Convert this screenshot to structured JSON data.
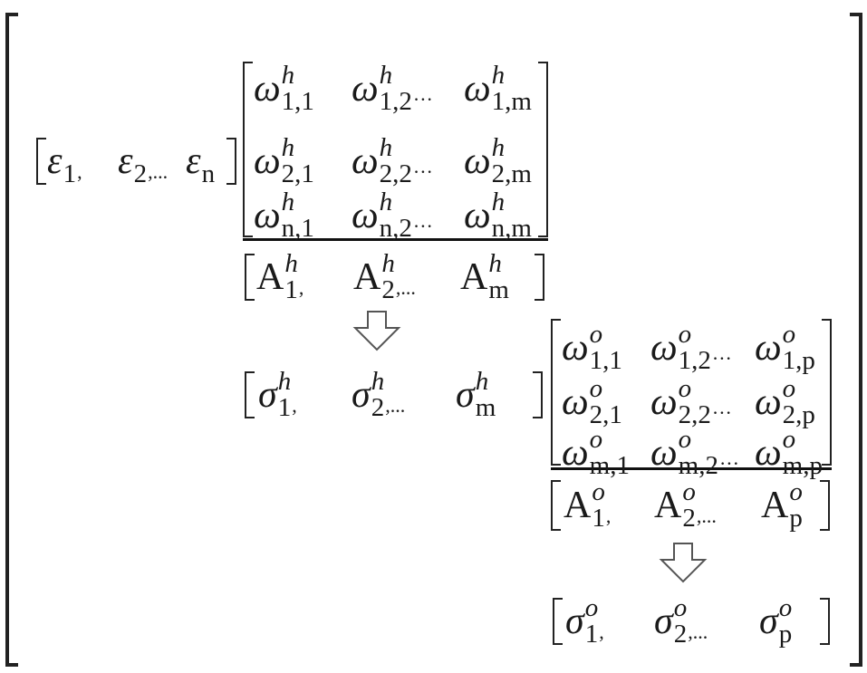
{
  "input_vector": {
    "terms": [
      {
        "base": "ε",
        "sub": "1",
        "tail": ","
      },
      {
        "base": "ε",
        "sub": "2",
        "tail": ",..."
      },
      {
        "base": "ε",
        "sub": "n"
      }
    ]
  },
  "hidden_weights": {
    "rows": [
      [
        {
          "base": "ω",
          "sup": "h",
          "sub": "1,1"
        },
        {
          "base": "ω",
          "sup": "h",
          "sub": "1,2",
          "tail": "···"
        },
        {
          "base": "ω",
          "sup": "h",
          "sub": "1,m"
        }
      ],
      [
        {
          "base": "ω",
          "sup": "h",
          "sub": "2,1"
        },
        {
          "base": "ω",
          "sup": "h",
          "sub": "2,2",
          "tail": "···"
        },
        {
          "base": "ω",
          "sup": "h",
          "sub": "2,m"
        }
      ],
      [
        {
          "base": "ω",
          "sup": "h",
          "sub": "n,1"
        },
        {
          "base": "ω",
          "sup": "h",
          "sub": "n,2",
          "tail": "···"
        },
        {
          "base": "ω",
          "sup": "h",
          "sub": "n,m"
        }
      ]
    ]
  },
  "hidden_activation": {
    "terms": [
      {
        "base": "A",
        "upright": true,
        "sup": "h",
        "sub": "1",
        "tail": ","
      },
      {
        "base": "A",
        "upright": true,
        "sup": "h",
        "sub": "2",
        "tail": ",..."
      },
      {
        "base": "A",
        "upright": true,
        "sup": "h",
        "sub": "m"
      }
    ]
  },
  "hidden_output": {
    "terms": [
      {
        "base": "σ",
        "sup": "h",
        "sub": "1",
        "tail": ","
      },
      {
        "base": "σ",
        "sup": "h",
        "sub": "2",
        "tail": ",..."
      },
      {
        "base": "σ",
        "sup": "h",
        "sub": "m"
      }
    ]
  },
  "output_weights": {
    "rows": [
      [
        {
          "base": "ω",
          "sup": "o",
          "sub": "1,1"
        },
        {
          "base": "ω",
          "sup": "o",
          "sub": "1,2",
          "tail": "···"
        },
        {
          "base": "ω",
          "sup": "o",
          "sub": "1,p"
        }
      ],
      [
        {
          "base": "ω",
          "sup": "o",
          "sub": "2,1"
        },
        {
          "base": "ω",
          "sup": "o",
          "sub": "2,2",
          "tail": "···"
        },
        {
          "base": "ω",
          "sup": "o",
          "sub": "2,p"
        }
      ],
      [
        {
          "base": "ω",
          "sup": "o",
          "sub": "m,1"
        },
        {
          "base": "ω",
          "sup": "o",
          "sub": "m,2",
          "tail": "···"
        },
        {
          "base": "ω",
          "sup": "o",
          "sub": "m,p"
        }
      ]
    ]
  },
  "output_activation": {
    "terms": [
      {
        "base": "A",
        "upright": true,
        "sup": "o",
        "sub": "1",
        "tail": ","
      },
      {
        "base": "A",
        "upright": true,
        "sup": "o",
        "sub": "2",
        "tail": ",..."
      },
      {
        "base": "A",
        "upright": true,
        "sup": "o",
        "sub": "p"
      }
    ]
  },
  "output_result": {
    "terms": [
      {
        "base": "σ",
        "sup": "o",
        "sub": "1",
        "tail": ","
      },
      {
        "base": "σ",
        "sup": "o",
        "sub": "2",
        "tail": ",..."
      },
      {
        "base": "σ",
        "sup": "o",
        "sub": "p"
      }
    ]
  },
  "icons": {
    "arrow": "hollow-down-arrow-icon"
  }
}
